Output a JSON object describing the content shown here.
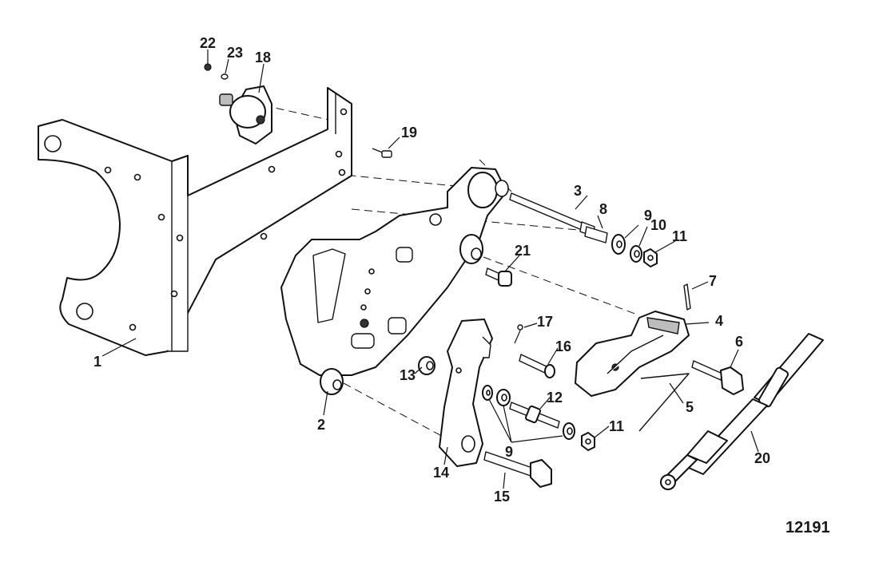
{
  "diagram": {
    "reference_number": "12191",
    "callouts": {
      "c1": "1",
      "c2": "2",
      "c3": "3",
      "c4": "4",
      "c5": "5",
      "c6": "6",
      "c7": "7",
      "c8": "8",
      "c9a": "9",
      "c9b": "9",
      "c10": "10",
      "c11a": "11",
      "c11b": "11",
      "c12": "12",
      "c13": "13",
      "c14": "14",
      "c15": "15",
      "c16": "16",
      "c17": "17",
      "c18": "18",
      "c19": "19",
      "c20": "20",
      "c21": "21",
      "c22": "22",
      "c23": "23"
    }
  }
}
